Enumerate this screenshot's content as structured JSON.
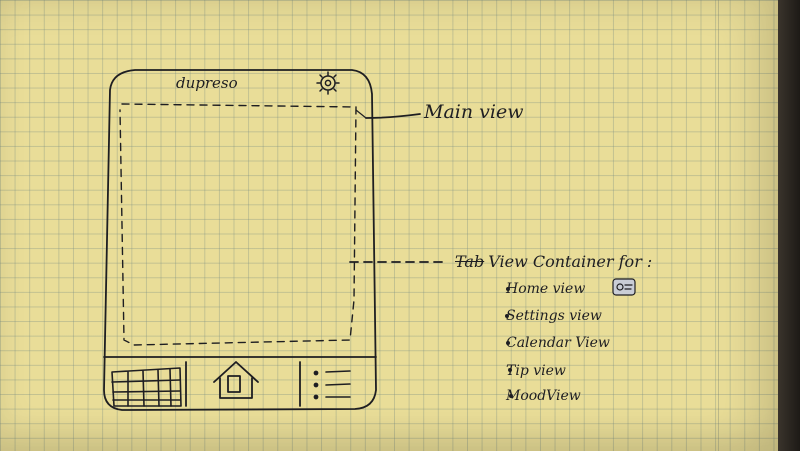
{
  "sketch": {
    "app_title": "dupreso",
    "annotation_main": "Main view",
    "annotation_container_struck": "Tab",
    "annotation_container": "View Container for :",
    "view_list": [
      "Home view",
      "Settings view",
      "Calendar View",
      "Tip view",
      "MoodView"
    ],
    "icons": {
      "settings": "gear-icon",
      "calendar_tab": "calendar-grid-icon",
      "home_tab": "house-icon",
      "menu_tab": "list-menu-icon",
      "home_view_marker": "sticker-icon"
    },
    "colors": {
      "paper": "#e9dd98",
      "grid": "#8c9c94",
      "ink": "#1e1e22"
    }
  }
}
